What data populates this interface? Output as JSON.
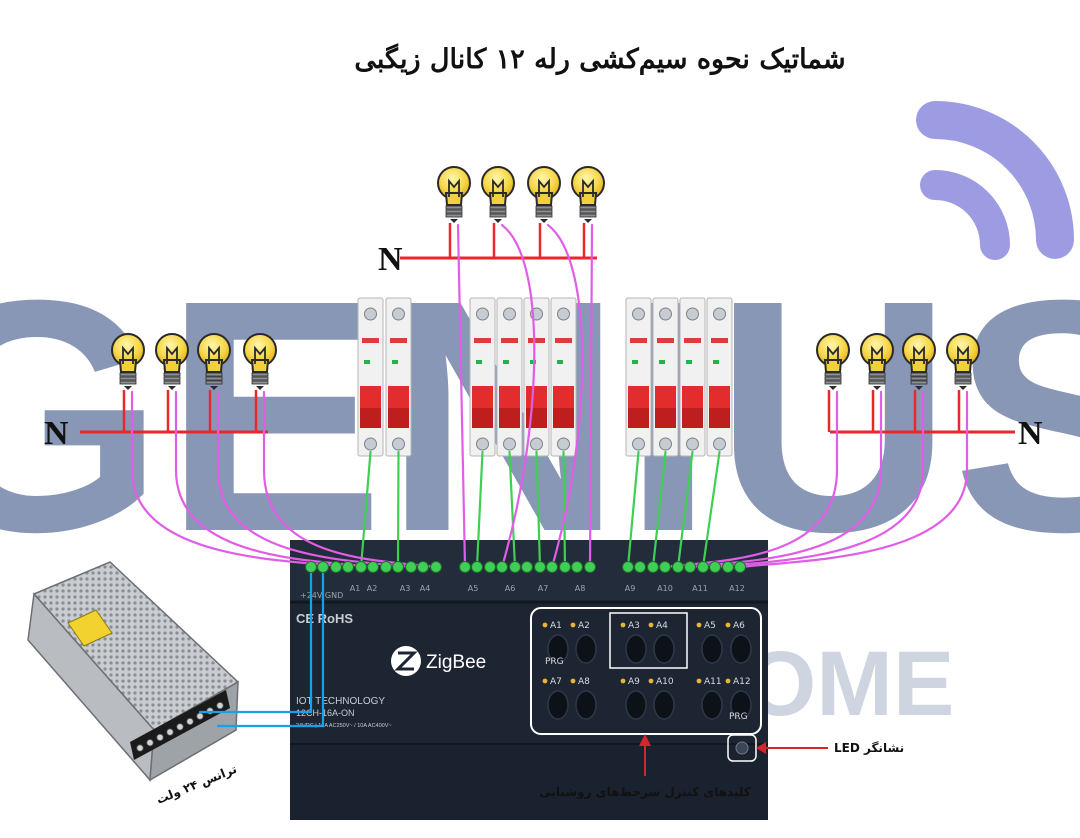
{
  "title": "شماتیک نحوه سیم‌کشی رله ۱۲ کانال زیگبی",
  "watermark": {
    "line1": "GENIUS",
    "line2": "SMART HOME"
  },
  "neutral_label": "N",
  "device": {
    "cert": "CE RoHS",
    "brand": "ZigBee",
    "maker": "IOT TECHNOLOGY",
    "model": "12CH-16A-ON",
    "rating": "24VDC | 16A AC250V~ / 10A AC400V~",
    "power_terminals": "+24V  GND",
    "channels": [
      "A1",
      "A2",
      "A3",
      "A4",
      "A5",
      "A6",
      "A7",
      "A8",
      "A9",
      "A10",
      "A11",
      "A12"
    ],
    "prg": "PRG"
  },
  "annotations": {
    "power_supply": "ترانس ۲۴ ولت",
    "control_keys": "کلیدهای کنترل سرخط‌های روشنایی",
    "led": "نشانگر LED"
  },
  "colors": {
    "neutral": "#e8282d",
    "load": "#e05ee6",
    "breaker": "#3ecf54",
    "power": "#1aa0e8",
    "arrow": "#d9232d",
    "device": "#1d2533"
  }
}
